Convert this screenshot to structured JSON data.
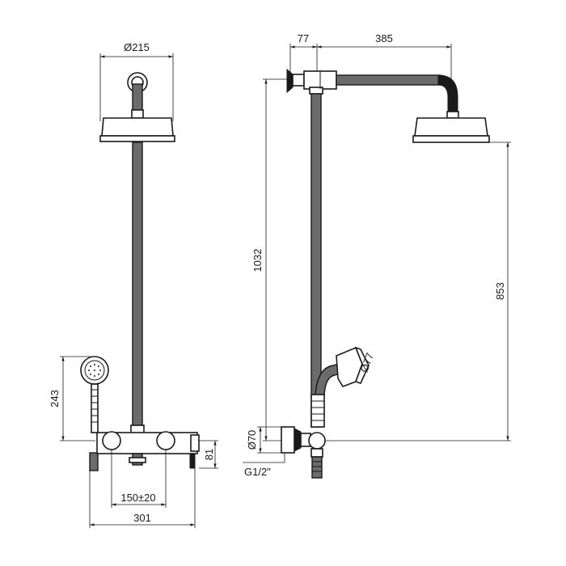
{
  "front_view": {
    "head_diameter": "Ø215",
    "hand_shower_height": "243",
    "inlet_spacing": "150±20",
    "overall_width": "301",
    "mixer_height": "81"
  },
  "side_view": {
    "wall_offset": "77",
    "arm_length": "385",
    "total_height": "1032",
    "head_height": "853",
    "hand_diameter": "Ø77",
    "fitting_diameter": "Ø70",
    "thread": "G1/2\""
  }
}
